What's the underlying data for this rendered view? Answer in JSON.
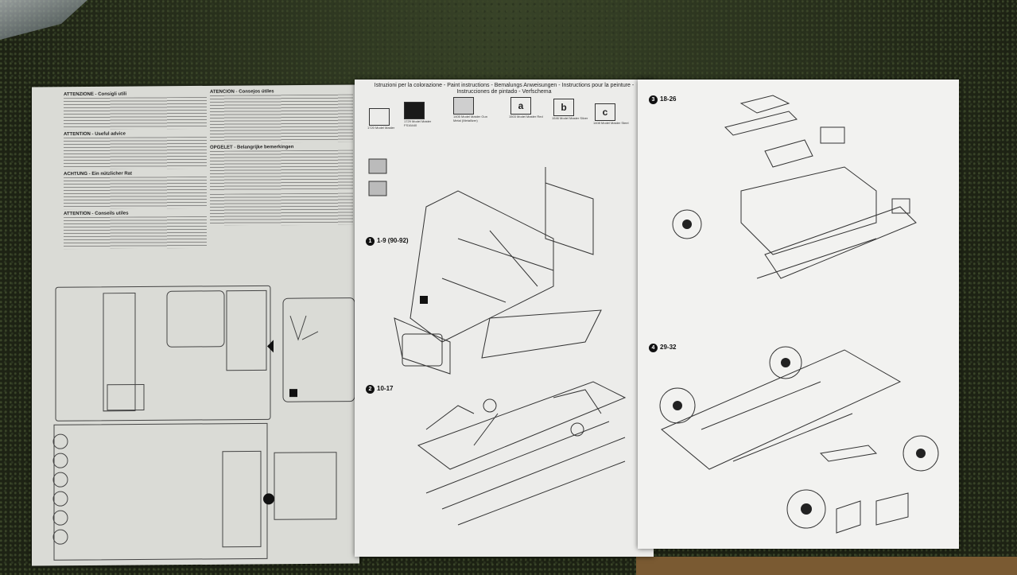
{
  "page1": {
    "sections": [
      {
        "heading": "ATTENZIONE - Consigli utili"
      },
      {
        "heading": "ATTENTION - Useful advice"
      },
      {
        "heading": "ACHTUNG - Ein nützlicher Rat"
      },
      {
        "heading": "ATTENTION - Conseils utiles"
      }
    ],
    "right_sections": [
      {
        "heading": "ATENCION - Consejos útiles"
      },
      {
        "heading": "OPGELET - Belangrijke bemerkingen"
      }
    ]
  },
  "page2": {
    "paint_title": "Istruzioni per la colorazione - Paint instructions - Bemalungs Anweisungen - Instructions pour la peinture - Instrucciones de pintado - Verfschema",
    "swatches": [
      {
        "letter": "",
        "label": "1720 Model Master"
      },
      {
        "letter": "",
        "label": "1729 Model Master FS16440"
      },
      {
        "letter": "",
        "label": "1405 Model Master Gun Metal (Metallizer)"
      },
      {
        "letter": "a",
        "label": "1503 Model Master Red"
      },
      {
        "letter": "b",
        "label": "1546 Model Master Silver"
      },
      {
        "letter": "c",
        "label": "1408 Model Master Steel"
      }
    ],
    "step1": {
      "num": "1",
      "label": "1-9 (90-92)"
    },
    "step2": {
      "num": "2",
      "label": "10-17"
    }
  },
  "page3": {
    "step3": {
      "num": "3",
      "label": "18-26"
    },
    "step4": {
      "num": "4",
      "label": "29-32"
    }
  }
}
